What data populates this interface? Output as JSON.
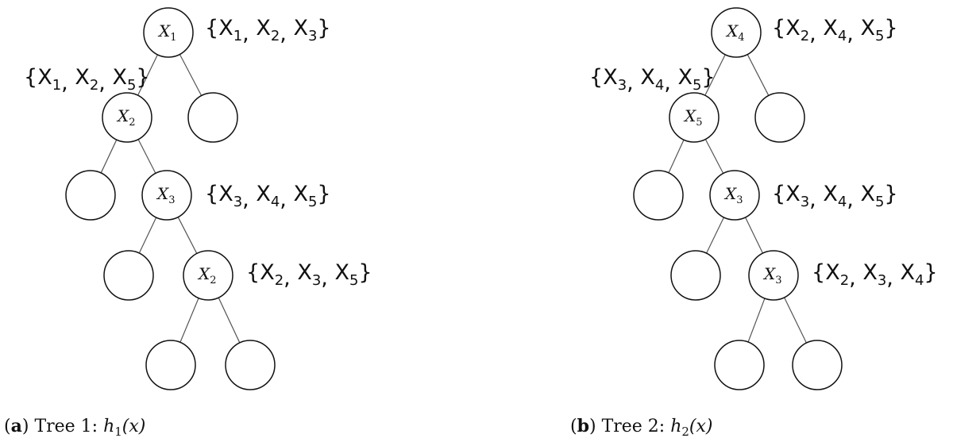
{
  "figures": [
    {
      "id": "a",
      "caption": {
        "letter": "a",
        "text": "Tree 1: ",
        "func": "h",
        "func_sub": "1",
        "arg": "(x)"
      },
      "nodes": [
        {
          "label": "X",
          "sub": "1"
        },
        {
          "label": "X",
          "sub": "2"
        },
        {
          "label": "",
          "sub": ""
        },
        {
          "label": "",
          "sub": ""
        },
        {
          "label": "X",
          "sub": "3"
        },
        {
          "label": "",
          "sub": ""
        },
        {
          "label": "X",
          "sub": "2"
        },
        {
          "label": "",
          "sub": ""
        },
        {
          "label": "",
          "sub": ""
        }
      ],
      "sets": [
        {
          "node": 0,
          "items": [
            [
              "X",
              "1"
            ],
            [
              "X",
              "2"
            ],
            [
              "X",
              "3"
            ]
          ]
        },
        {
          "node": 1,
          "items": [
            [
              "X",
              "1"
            ],
            [
              "X",
              "2"
            ],
            [
              "X",
              "5"
            ]
          ]
        },
        {
          "node": 4,
          "items": [
            [
              "X",
              "3"
            ],
            [
              "X",
              "4"
            ],
            [
              "X",
              "5"
            ]
          ]
        },
        {
          "node": 6,
          "items": [
            [
              "X",
              "2"
            ],
            [
              "X",
              "3"
            ],
            [
              "X",
              "5"
            ]
          ]
        }
      ]
    },
    {
      "id": "b",
      "caption": {
        "letter": "b",
        "text": "Tree 2: ",
        "func": "h",
        "func_sub": "2",
        "arg": "(x)"
      },
      "nodes": [
        {
          "label": "X",
          "sub": "4"
        },
        {
          "label": "X",
          "sub": "5"
        },
        {
          "label": "",
          "sub": ""
        },
        {
          "label": "",
          "sub": ""
        },
        {
          "label": "X",
          "sub": "3"
        },
        {
          "label": "",
          "sub": ""
        },
        {
          "label": "X",
          "sub": "3"
        },
        {
          "label": "",
          "sub": ""
        },
        {
          "label": "",
          "sub": ""
        }
      ],
      "sets": [
        {
          "node": 0,
          "items": [
            [
              "X",
              "2"
            ],
            [
              "X",
              "4"
            ],
            [
              "X",
              "5"
            ]
          ]
        },
        {
          "node": 1,
          "items": [
            [
              "X",
              "3"
            ],
            [
              "X",
              "4"
            ],
            [
              "X",
              "5"
            ]
          ]
        },
        {
          "node": 4,
          "items": [
            [
              "X",
              "3"
            ],
            [
              "X",
              "4"
            ],
            [
              "X",
              "5"
            ]
          ]
        },
        {
          "node": 6,
          "items": [
            [
              "X",
              "2"
            ],
            [
              "X",
              "3"
            ],
            [
              "X",
              "4"
            ]
          ]
        }
      ]
    }
  ]
}
